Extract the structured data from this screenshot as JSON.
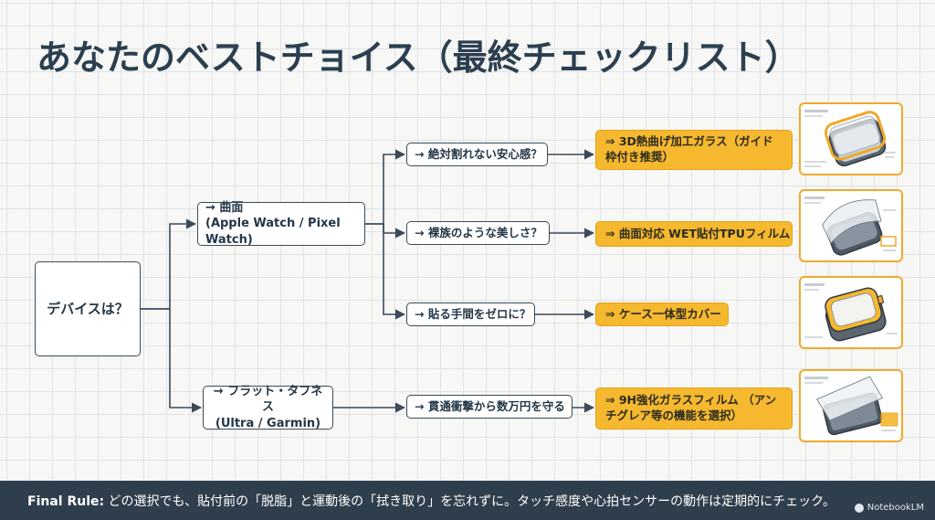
{
  "title": "あなたのベストチョイス（最終チェックリスト）",
  "root": {
    "label": "デバイスは？"
  },
  "categories": [
    {
      "line1": "→ 曲面",
      "line2": "(Apple Watch / Pixel Watch)"
    },
    {
      "line1": "→ フラット・タフネス",
      "line2": "(Ultra / Garmin)"
    }
  ],
  "questions": [
    "→ 絶対割れない安心感？",
    "→ 裸族のような美しさ？",
    "→ 貼る手間をゼロに？",
    "→ 貫通衝撃から数万円を守る"
  ],
  "answers": [
    "⇒ 3D熱曲げ加工ガラス（ガイド枠付き推奨）",
    "⇒ 曲面対応 WET貼付TPUフィルム",
    "⇒ ケース一体型カバー",
    "⇒ 9H強化ガラスフィルム （アンチグレア等の機能を選択）"
  ],
  "thumbnails": [
    "watch-glass-guide-icon",
    "watch-tpu-film-icon",
    "watch-case-cover-icon",
    "watch-flat-glass-icon"
  ],
  "footer": {
    "label": "Final Rule:",
    "text": "どの選択でも、貼付前の「脱脂」と運動後の「拭き取り」を忘れずに。タッチ感度や心拍センサーの動作は定期的にチェック。"
  },
  "brand": "NotebookLM",
  "colors": {
    "accent": "#f5b82e",
    "dark": "#2f3e4d",
    "line": "#3a4a58"
  }
}
